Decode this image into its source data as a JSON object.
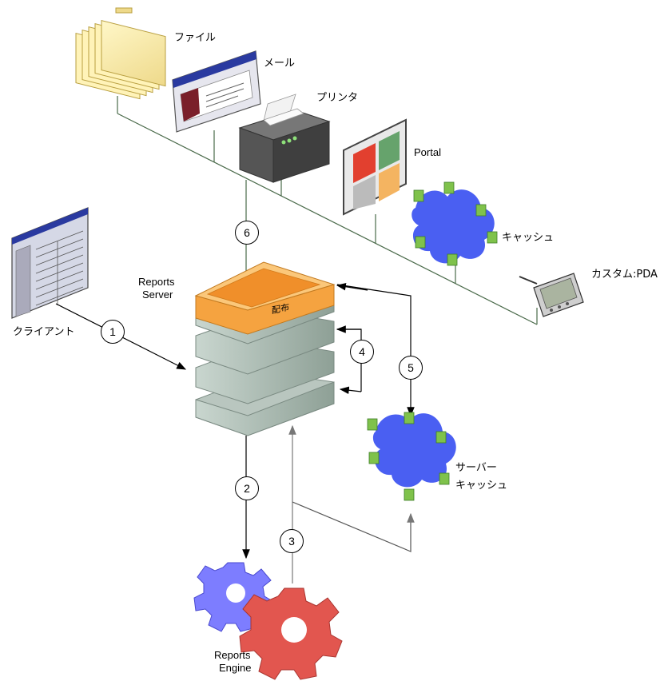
{
  "labels": {
    "file": "ファイル",
    "mail": "メール",
    "printer": "プリンタ",
    "portal": "Portal",
    "cache": "キャッシュ",
    "custom_pda": "カスタム:PDA",
    "client": "クライアント",
    "reports_server_line1": "Reports",
    "reports_server_line2": "Server",
    "queue": "配布",
    "server_cache_line1": "サーバー",
    "server_cache_line2": "キャッシュ",
    "reports_engine_line1": "Reports",
    "reports_engine_line2": "Engine"
  },
  "steps": [
    "1",
    "2",
    "3",
    "4",
    "5",
    "6"
  ],
  "colors": {
    "folder": "#f6e7a0",
    "printer": "#555555",
    "cache_blue": "#4a5ff2",
    "cache_green": "#7fc24b",
    "server_orange": "#f5a340",
    "server_gray": "#a9b8b0",
    "gear_blue": "#7d7dff",
    "gear_red": "#e2564f"
  }
}
